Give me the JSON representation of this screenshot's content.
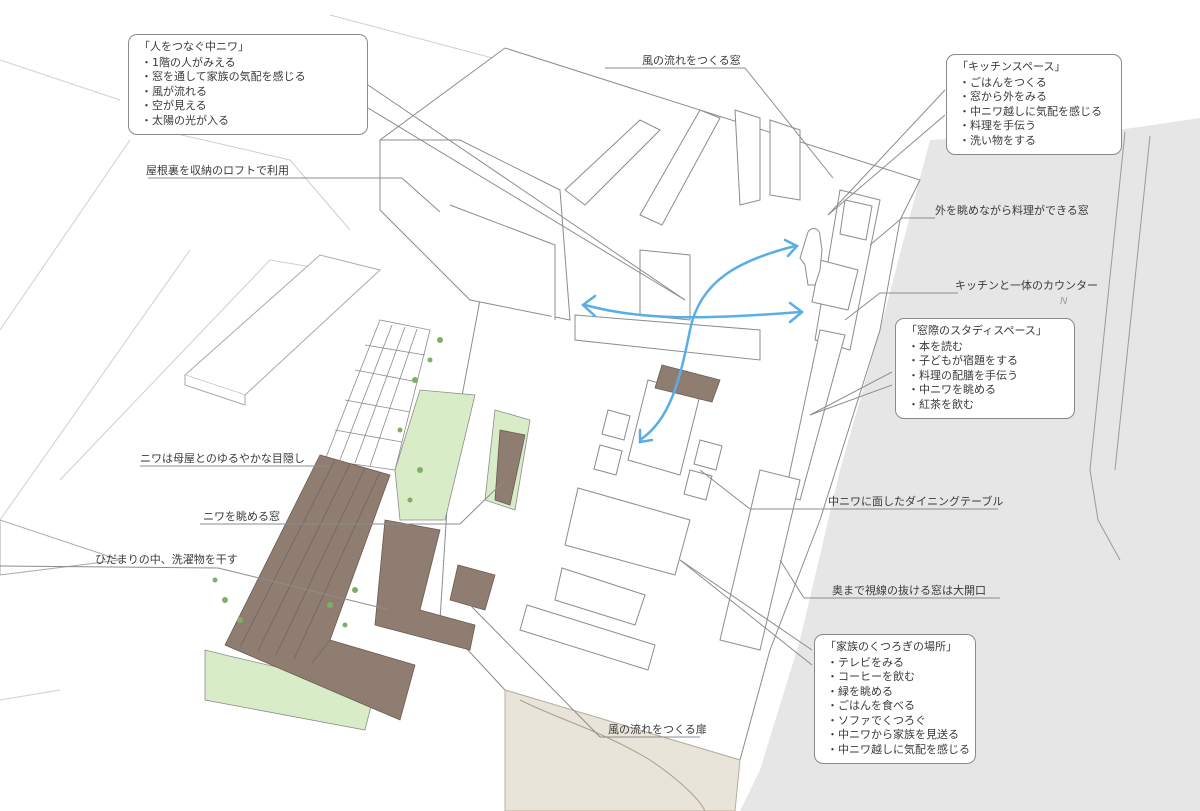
{
  "diagram": {
    "type": "architectural axonometric (isometric) house diagram with annotation callouts",
    "colors": {
      "background": "#ffffff",
      "line": "#8c8c8c",
      "wall_fill": "#ffffff",
      "road_fill": "#e6e6e6",
      "wood_deck": "#8f7d72",
      "garden_green": "#d9ecc8",
      "tree_green": "#6e9e5a",
      "parking_beige": "#e9e4da",
      "airflow_arrow": "#5aaee6",
      "callout_border": "#8a8a8a",
      "text": "#3a3a3a"
    },
    "callouts": [
      {
        "id": "courtyard",
        "title": "「人をつなぐ中ニワ」",
        "items": [
          "1階の人がみえる",
          "窓を通して家族の気配を感じる",
          "風が流れる",
          "空が見える",
          "太陽の光が入る"
        ]
      },
      {
        "id": "kitchen",
        "title": "「キッチンスペース」",
        "items": [
          "ごはんをつくる",
          "窓から外をみる",
          "中ニワ越しに気配を感じる",
          "料理を手伝う",
          "洗い物をする"
        ]
      },
      {
        "id": "study",
        "title": "「窓際のスタディスペース」",
        "items": [
          "本を読む",
          "子どもが宿題をする",
          "料理の配膳を手伝う",
          "中ニワを眺める",
          "紅茶を飲む"
        ]
      },
      {
        "id": "living",
        "title": "「家族のくつろぎの場所」",
        "items": [
          "テレビをみる",
          "コーヒーを飲む",
          "緑を眺める",
          "ごはんを食べる",
          "ソファでくつろぐ",
          "中ニワから家族を見送る",
          "中ニワ越しに気配を感じる"
        ]
      }
    ],
    "labels": {
      "wind_window": "風の流れをつくる窓",
      "roof_loft": "屋根裏を収納のロフトで利用",
      "outside_view_window": "外を眺めながら料理ができる窓",
      "kitchen_counter": "キッチンと一体のカウンター",
      "garden_screen": "ニワは母屋とのゆるやかな目隠し",
      "garden_view_window": "ニワを眺める窓",
      "laundry": "ひだまりの中、洗濯物を干す",
      "dining_table": "中ニワに面したダイニングテーブル",
      "large_opening": "奥まで視線の抜ける窓は大開口",
      "wind_door": "風の流れをつくる扉"
    },
    "north_marker": "N"
  }
}
